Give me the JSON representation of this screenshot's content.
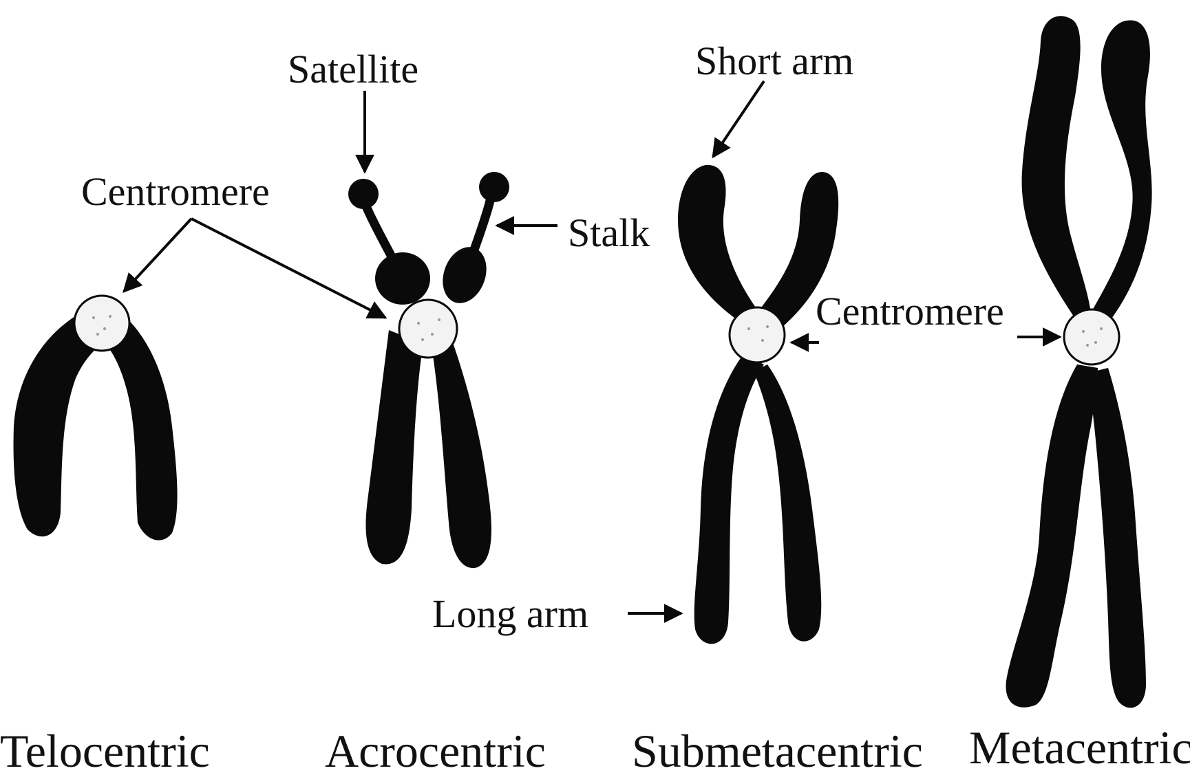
{
  "labels": {
    "satellite": "Satellite",
    "centromere_left": "Centromere",
    "stalk": "Stalk",
    "short_arm": "Short arm",
    "centromere_right": "Centromere",
    "long_arm": "Long arm"
  },
  "captions": {
    "telocentric": "Telocentric",
    "acrocentric": "Acrocentric",
    "submetacentric": "Submetacentric",
    "metacentric": "Metacentric"
  },
  "colors": {
    "chromatid": "#0a0a0a",
    "centromere_fill": "#f3f3f3",
    "background": "#ffffff"
  }
}
